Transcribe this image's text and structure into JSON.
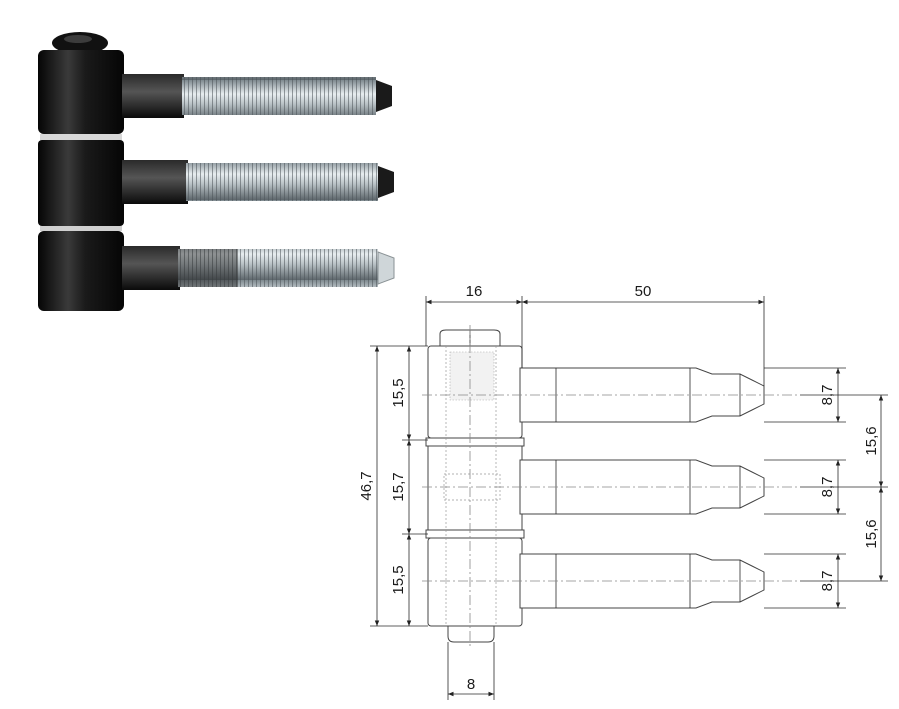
{
  "product_photo": {
    "name": "black hinge with three threaded pins",
    "colors": {
      "body": "#151515",
      "thread": "#b9c2c6",
      "ring": "#cfcfcf"
    }
  },
  "drawing": {
    "dimensions": {
      "body_width": "16",
      "pin_length": "50",
      "overall_height": "46,7",
      "segment_top": "15,5",
      "segment_middle": "15,7",
      "segment_bottom": "15,5",
      "pin_diameter_top": "8,7",
      "pin_diameter_middle": "8,7",
      "pin_diameter_bottom": "8,7",
      "pin_pitch_upper": "15,6",
      "pin_pitch_lower": "15,6",
      "bottom_pin_width": "8"
    }
  }
}
